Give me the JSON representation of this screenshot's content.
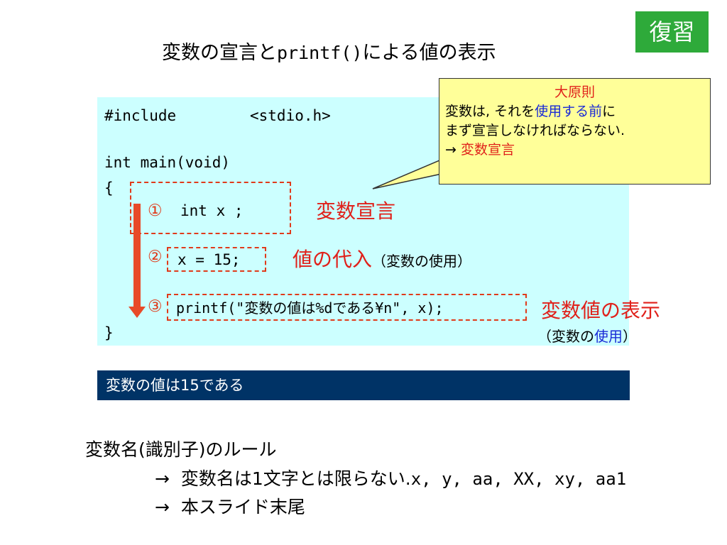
{
  "badge": "復習",
  "title": {
    "part1": "変数の宣言と",
    "part2": "printf()",
    "part3": "による値の表示"
  },
  "code": {
    "line1a": "#include",
    "line1b": "<stdio.h>",
    "line2": "int main(void)",
    "line3": "{",
    "line4": "}",
    "num1": "①",
    "num2": "②",
    "num3": "③",
    "stmt1": "int x ;",
    "stmt2": "x = 15;",
    "stmt3": "printf(\"変数の値は%dである¥n\", x);"
  },
  "labels": {
    "declare": "変数宣言",
    "assign": "値の代入",
    "assign_paren_open": "（変数の",
    "assign_use": "使用",
    "assign_paren_close": "）",
    "display": "変数値の表示",
    "display_paren_open": "（変数の",
    "display_use": "使用",
    "display_paren_close": "）"
  },
  "callout": {
    "heading": "大原則",
    "line1_a": "変数は, それを",
    "line1_b": "使用する前",
    "line1_c": "に",
    "line2": "まず宣言しなければならない.",
    "line3_arrow": "→ ",
    "line3_red": "変数宣言"
  },
  "output": "変数の値は15である",
  "rules": {
    "heading": "変数名(識別子)のルール",
    "r1_arrow": "→",
    "r1_text": "変数名は1文字とは限らない.",
    "r1_examples": "x, y, aa, XX, xy, aa1",
    "r2_arrow": "→",
    "r2_text": "本スライド末尾"
  },
  "colors": {
    "badge_bg": "#2eaa3a",
    "code_bg": "#ccffff",
    "accent_red": "#e0201a",
    "accent_blue": "#1a2ad6",
    "callout_bg": "#ffff99",
    "result_bg": "#003366"
  }
}
